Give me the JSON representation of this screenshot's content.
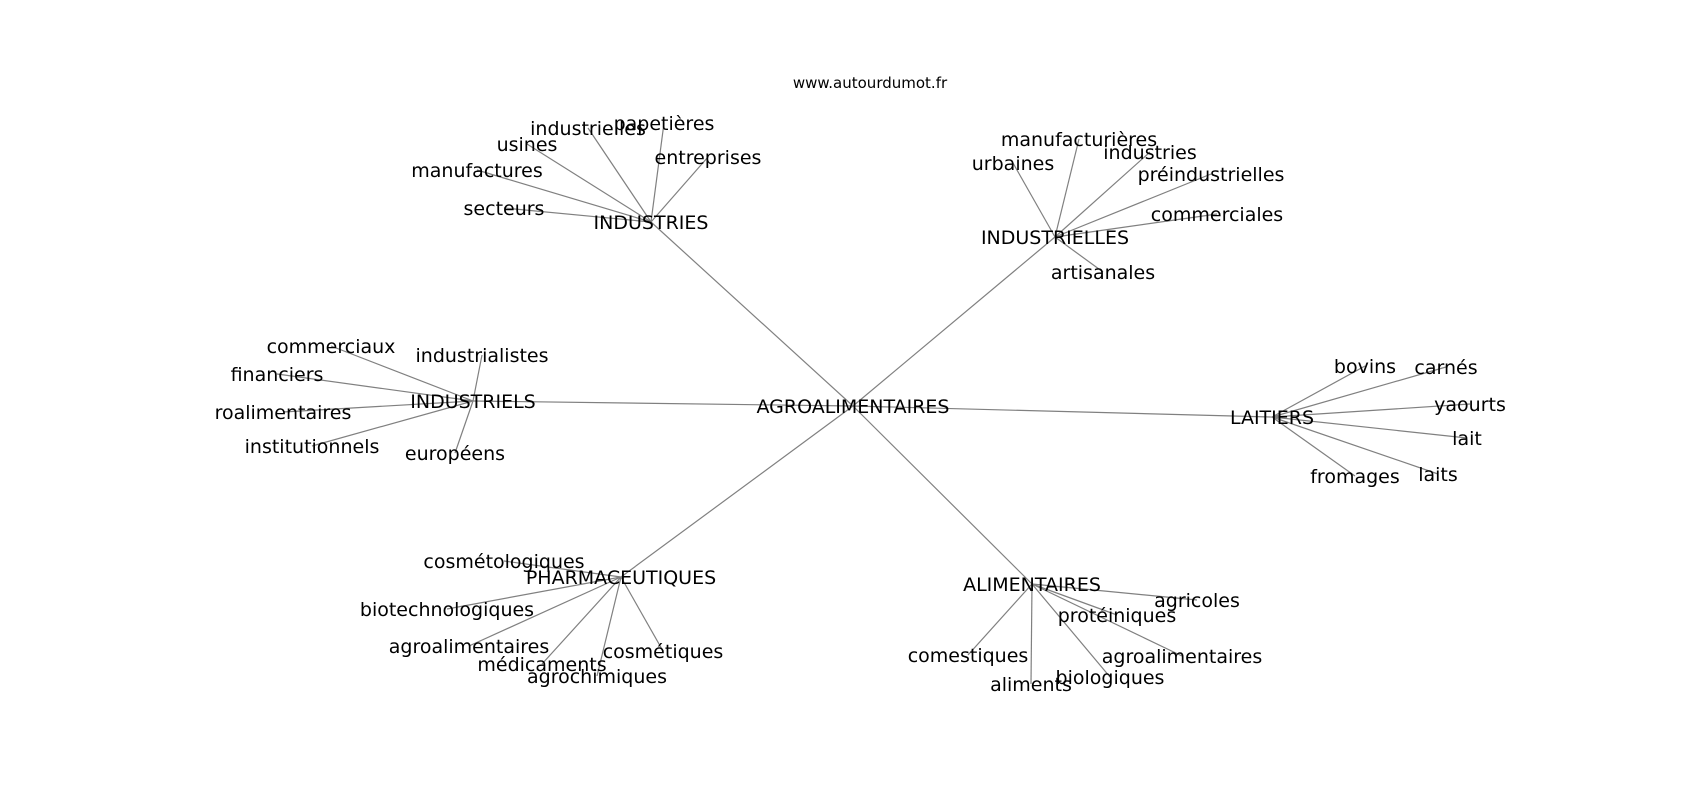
{
  "watermark": "www.autourdumot.fr",
  "colors": {
    "background": "#ffffff",
    "edge": "#808080",
    "text": "#000000"
  },
  "center": {
    "id": "agroalimentaires-center",
    "label": "AGROALIMENTAIRES"
  },
  "hubs": [
    {
      "id": "industries",
      "label": "INDUSTRIES",
      "leaves": [
        {
          "id": "industries-industrielles",
          "label": "industrielles"
        },
        {
          "id": "industries-papetieres",
          "label": "papetières"
        },
        {
          "id": "industries-usines",
          "label": "usines"
        },
        {
          "id": "industries-entreprises",
          "label": "entreprises"
        },
        {
          "id": "industries-manufactures",
          "label": "manufactures"
        },
        {
          "id": "industries-secteurs",
          "label": "secteurs"
        }
      ]
    },
    {
      "id": "industrielles",
      "label": "INDUSTRIELLES",
      "leaves": [
        {
          "id": "industrielles-manufacturieres",
          "label": "manufacturières"
        },
        {
          "id": "industrielles-industries",
          "label": "industries"
        },
        {
          "id": "industrielles-urbaines",
          "label": "urbaines"
        },
        {
          "id": "industrielles-preindustrielles",
          "label": "préindustrielles"
        },
        {
          "id": "industrielles-commerciales",
          "label": "commerciales"
        },
        {
          "id": "industrielles-artisanales",
          "label": "artisanales"
        }
      ]
    },
    {
      "id": "industriels",
      "label": "INDUSTRIELS",
      "leaves": [
        {
          "id": "industriels-commerciaux",
          "label": "commerciaux"
        },
        {
          "id": "industriels-industrialistes",
          "label": "industrialistes"
        },
        {
          "id": "industriels-financiers",
          "label": "financiers"
        },
        {
          "id": "industriels-roalimentaires",
          "label": "roalimentaires"
        },
        {
          "id": "industriels-institutionnels",
          "label": "institutionnels"
        },
        {
          "id": "industriels-europeens",
          "label": "européens"
        }
      ]
    },
    {
      "id": "laitiers",
      "label": "LAITIERS",
      "leaves": [
        {
          "id": "laitiers-bovins",
          "label": "bovins"
        },
        {
          "id": "laitiers-carnes",
          "label": "carnés"
        },
        {
          "id": "laitiers-yaourts",
          "label": "yaourts"
        },
        {
          "id": "laitiers-lait",
          "label": "lait"
        },
        {
          "id": "laitiers-laits",
          "label": "laits"
        },
        {
          "id": "laitiers-fromages",
          "label": "fromages"
        }
      ]
    },
    {
      "id": "pharmaceutiques",
      "label": "PHARMACEUTIQUES",
      "leaves": [
        {
          "id": "pharmaceutiques-cosmetologiques",
          "label": "cosmétologiques"
        },
        {
          "id": "pharmaceutiques-biotechnologiques",
          "label": "biotechnologiques"
        },
        {
          "id": "pharmaceutiques-agroalimentaires",
          "label": "agroalimentaires"
        },
        {
          "id": "pharmaceutiques-medicaments",
          "label": "médicaments"
        },
        {
          "id": "pharmaceutiques-cosmetiques",
          "label": "cosmétiques"
        },
        {
          "id": "pharmaceutiques-agrochimiques",
          "label": "agrochimiques"
        }
      ]
    },
    {
      "id": "alimentaires",
      "label": "ALIMENTAIRES",
      "leaves": [
        {
          "id": "alimentaires-agricoles",
          "label": "agricoles"
        },
        {
          "id": "alimentaires-proteiniques",
          "label": "protéiniques"
        },
        {
          "id": "alimentaires-comestiques",
          "label": "comestiques"
        },
        {
          "id": "alimentaires-agroalimentaires",
          "label": "agroalimentaires"
        },
        {
          "id": "alimentaires-aliments",
          "label": "aliments"
        },
        {
          "id": "alimentaires-biologiques",
          "label": "biologiques"
        }
      ]
    }
  ]
}
